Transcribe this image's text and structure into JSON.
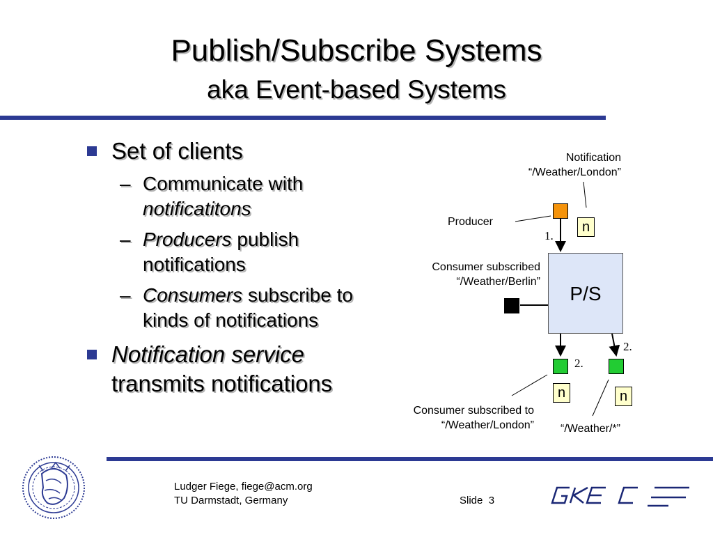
{
  "title": {
    "line1": "Publish/Subscribe Systems",
    "line2": "aka Event-based Systems"
  },
  "bullets": {
    "b1": "Set of clients",
    "b1_sub1_line1": "Communicate with",
    "b1_sub1_line2": "notificatitons",
    "b1_sub2_italic": "Producers",
    "b1_sub2_rest": " publish",
    "b1_sub2_line2": "notifications",
    "b1_sub3_italic": "Consumers",
    "b1_sub3_rest": " subscribe to",
    "b1_sub3_line2": "kinds of notifications",
    "b2_line1": "Notification service",
    "b2_line2": "transmits notifications"
  },
  "diagram": {
    "notification_label_line1": "Notification",
    "notification_label_line2": "“/Weather/London”",
    "producer_label": "Producer",
    "step1": "1.",
    "note_symbol": "n",
    "berlin_label_line1": "Consumer subscribed",
    "berlin_label_line2": "“/Weather/Berlin”",
    "ps_label": "P/S",
    "step2a": "2.",
    "step2b": "2.",
    "london_label_line1": "Consumer subscribed to",
    "london_label_line2": "“/Weather/London”",
    "wildcard_label": "“/Weather/*”",
    "colors": {
      "producer": "#f5930b",
      "consumer_london": "#22cc33",
      "consumer_wildcard": "#22cc33",
      "consumer_berlin": "#000000",
      "ps_box": "#dde6f8",
      "note": "#ffffcc"
    }
  },
  "footer": {
    "author_line1": "Ludger Fiege, fiege@acm.org",
    "author_line2": "TU Darmstadt, Germany",
    "slide_label": "Slide",
    "slide_number": "3",
    "logo_text": "GKEC",
    "seal_icon": "tu-darmstadt-seal"
  }
}
